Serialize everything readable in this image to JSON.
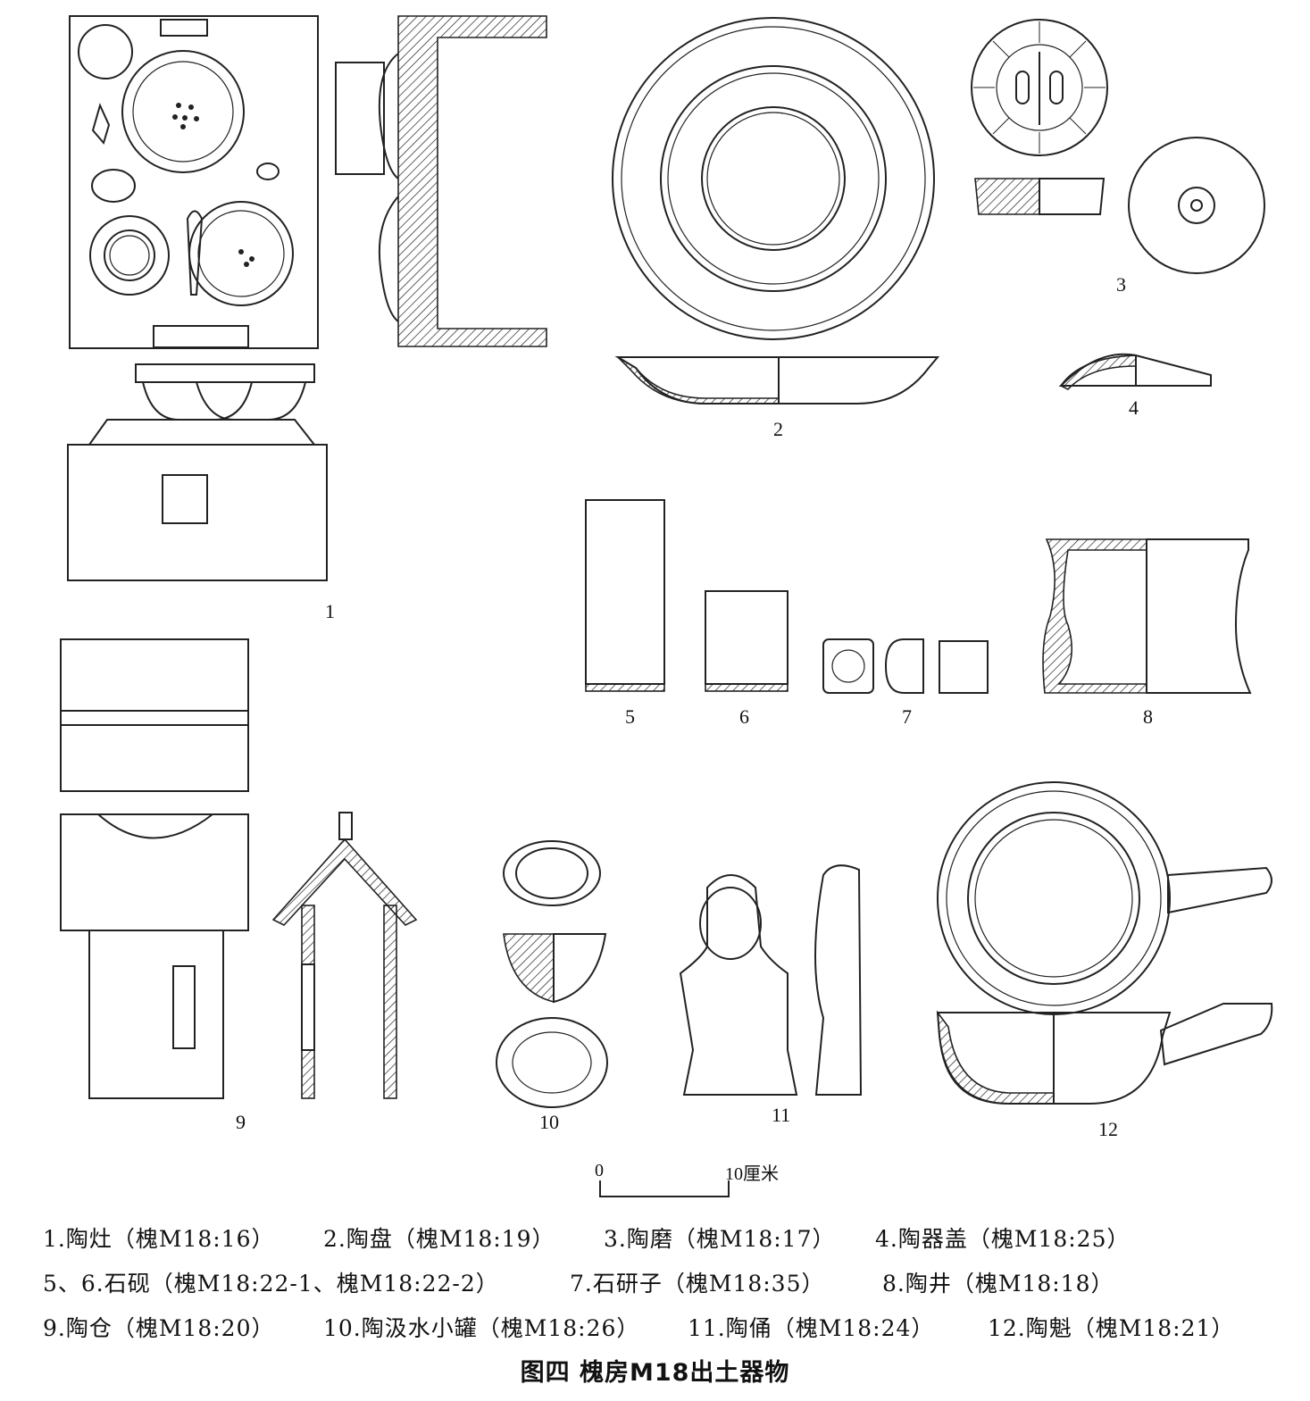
{
  "figure": {
    "title": "图四  槐房M18出土器物",
    "scale_bar": {
      "start": "0",
      "end": "10厘米"
    },
    "artifact_numbers": [
      "1",
      "2",
      "3",
      "4",
      "5",
      "6",
      "7",
      "8",
      "9",
      "10",
      "11",
      "12"
    ],
    "captions": [
      [
        "1.陶灶（槐M18:16）",
        "2.陶盘（槐M18:19）",
        "3.陶磨（槐M18:17）",
        "4.陶器盖（槐M18:25）"
      ],
      [
        "5、6.石砚（槐M18:22-1、槐M18:22-2）",
        "7.石研子（槐M18:35）",
        "8.陶井（槐M18:18）"
      ],
      [
        "9.陶仓（槐M18:20）",
        "10.陶汲水小罐（槐M18:26）",
        "11.陶俑（槐M18:24）",
        "12.陶魁（槐M18:21）"
      ]
    ]
  }
}
